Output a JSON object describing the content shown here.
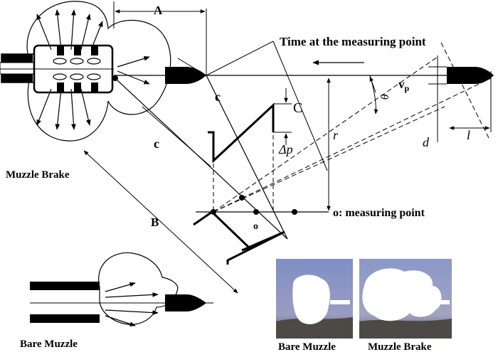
{
  "labels": {
    "A": "A",
    "B": "B",
    "C": "C",
    "c_top": "c",
    "c_left": "c",
    "time_at_point": "Time at the measuring point",
    "vp_v": "v",
    "vp_sub": "p",
    "theta": "θ",
    "r": "r",
    "d": "d",
    "l": "l",
    "delta_p": "Δp",
    "o_point": "o",
    "measuring_point": "o: measuring point",
    "muzzle_brake": "Muzzle Brake",
    "bare_muzzle": "Bare Muzzle"
  },
  "photos": [
    {
      "caption": "Bare Muzzle"
    },
    {
      "caption": "Muzzle Brake"
    }
  ],
  "colors": {
    "ink": "#000000",
    "sky": "#6f7fb0",
    "ground": "#4a4640",
    "flash": "#ffffff"
  }
}
